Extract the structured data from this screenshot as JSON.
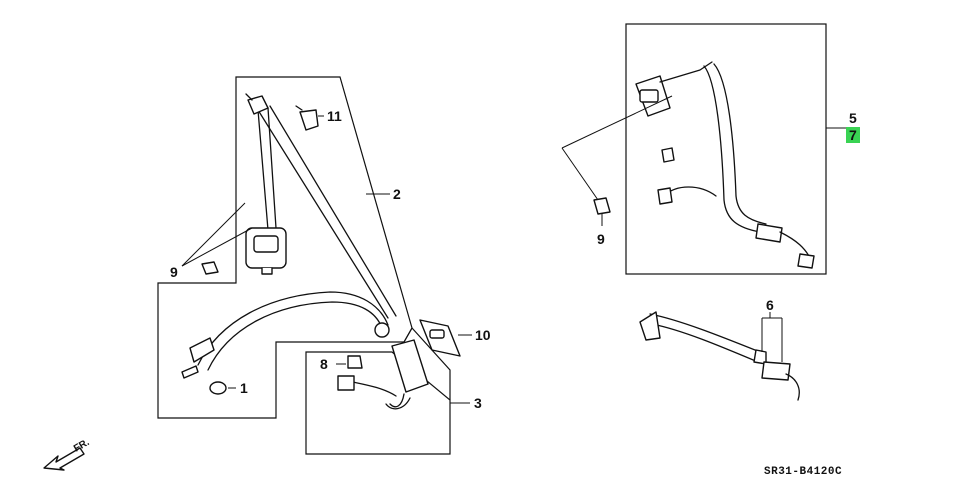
{
  "callouts": {
    "p1": "1",
    "p2": "2",
    "p3": "3",
    "p5": "5",
    "p6": "6",
    "p7": "7",
    "p8": "8",
    "p9_left": "9",
    "p9_right": "9",
    "p10": "10",
    "p11": "11"
  },
  "direction_label": "FR.",
  "diagram_code": "SR31-B4120C",
  "highlight_color": "#39d353"
}
